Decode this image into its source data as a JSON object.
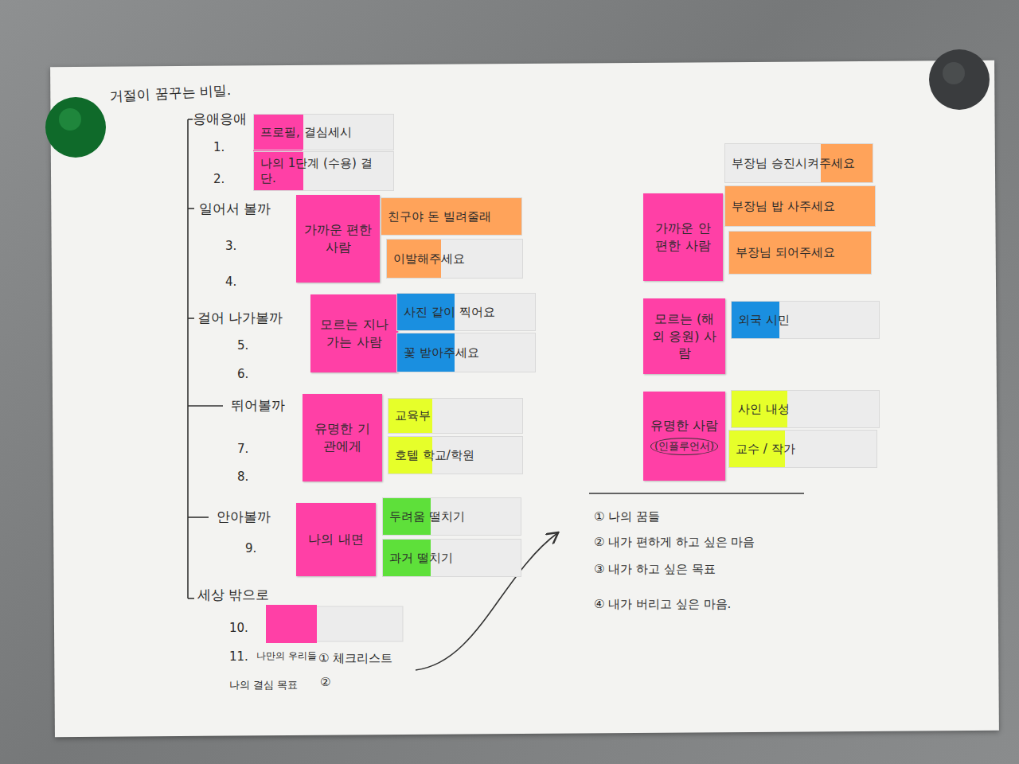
{
  "diagram": {
    "title": "거절이 꿈꾸는 비밀.",
    "nodes": [
      {
        "text": [
          "프로필, 결심세시"
        ]
      },
      {
        "text": [
          "나의 1단계 (수용) 결단."
        ]
      },
      {
        "text": [
          "가까운 편한 사람"
        ]
      },
      {
        "text": [
          "친구야 돈 빌려줄래"
        ]
      },
      {
        "text": [
          "이발해주세요"
        ]
      },
      {
        "text": [
          "모르는 지나가는 사람"
        ]
      },
      {
        "text": [
          "사진 같이 찍어요"
        ]
      },
      {
        "text": [
          "꽃 받아주세요"
        ]
      },
      {
        "text": [
          "유명한 기관에게"
        ]
      },
      {
        "text": [
          "교육부"
        ]
      },
      {
        "text": [
          "호텔 학교/학원"
        ]
      },
      {
        "text": [
          "나의 내면"
        ]
      },
      {
        "text": [
          "두려움 떨치기"
        ]
      },
      {
        "text": [
          "과거 떨치기"
        ]
      },
      {
        "text": [
          "부장님 승진시켜주세요"
        ]
      },
      {
        "text": [
          "가까운 안 편한 사람"
        ]
      },
      {
        "text": [
          "부장님 밥 사주세요"
        ]
      },
      {
        "text": [
          "부장님 되어주세요"
        ]
      },
      {
        "text": [
          "모르는 (해외 응원) 사람"
        ]
      },
      {
        "text": [
          "외국 시민"
        ]
      },
      {
        "text": [
          "유명한 사람",
          "(인플루언서)"
        ]
      },
      {
        "text": [
          "사인 내성"
        ]
      },
      {
        "text": [
          "교수 / 작가"
        ]
      }
    ],
    "labels": [
      "응애응애",
      "1.",
      "2.",
      "일어서 볼까",
      "3.",
      "4.",
      "걸어 나가볼까",
      "5.",
      "6.",
      "뛰어볼까",
      "7.",
      "8.",
      "안아볼까",
      "9.",
      "세상 밖으로",
      "10.",
      "11.",
      "나만의 우리들",
      "나의 결심 목표",
      "① 체크리스트",
      "②",
      "① 나의 꿈들",
      "② 내가 편하게 하고 싶은 마음",
      "③ 내가 하고 싶은 목표",
      "④ 내가 버리고 싶은 마음."
    ]
  }
}
